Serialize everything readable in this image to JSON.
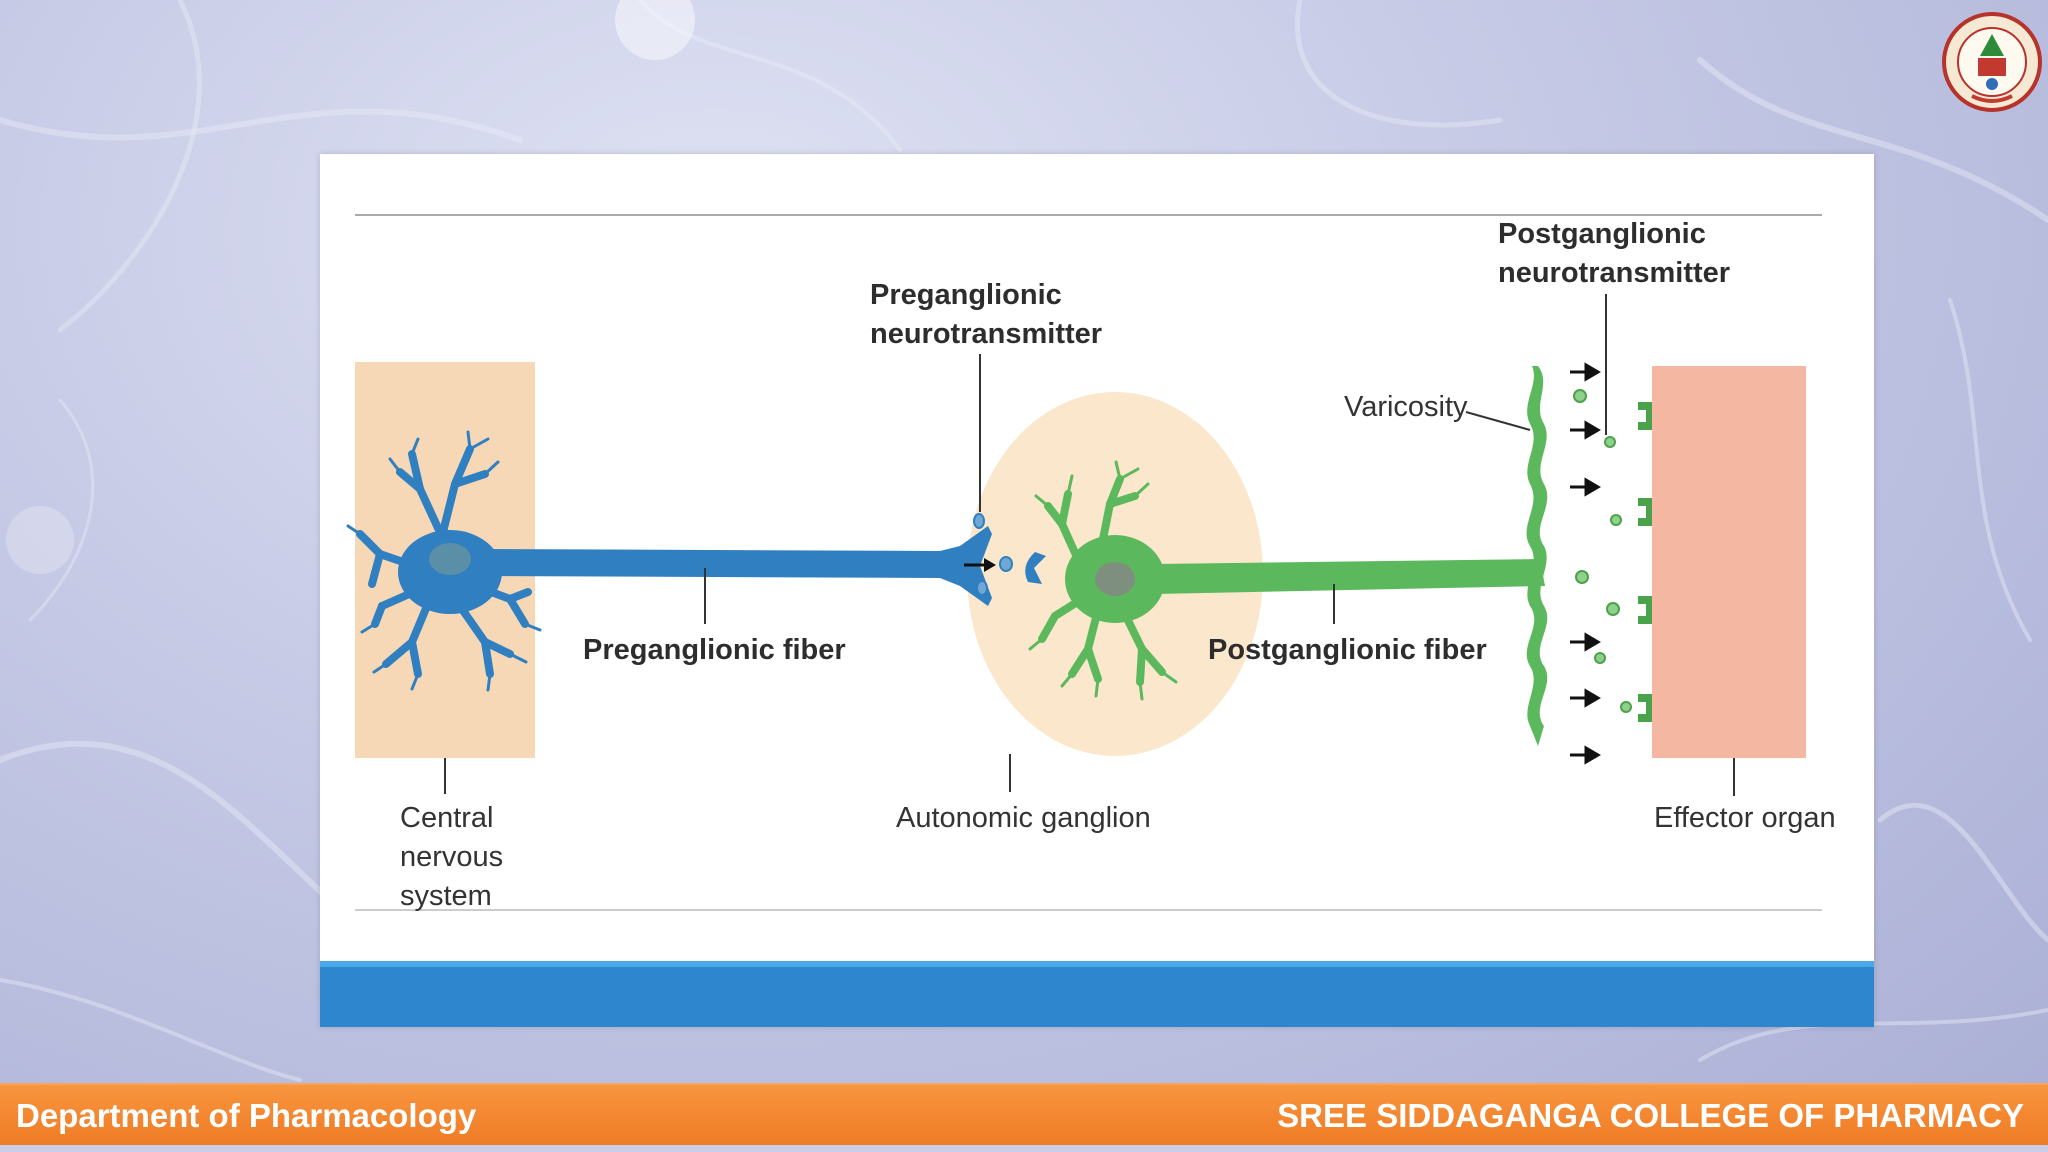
{
  "diagram": {
    "labels": {
      "preganglionic_fiber": "Preganglionic fiber",
      "postganglionic_fiber": "Postganglionic fiber",
      "preganglionic_nt_line1": "Preganglionic",
      "preganglionic_nt_line2": "neurotransmitter",
      "postganglionic_nt_line1": "Postganglionic",
      "postganglionic_nt_line2": "neurotransmitter",
      "varicosity": "Varicosity",
      "cns_line1": "Central",
      "cns_line2": "nervous",
      "cns_line3": "system",
      "autonomic_ganglion": "Autonomic ganglion",
      "effector_organ": "Effector organ"
    },
    "colors": {
      "preganglionic_neuron": "#2f7fc1",
      "postganglionic_neuron": "#5cb85c",
      "cns_box": "#f7d8b6",
      "ganglion": "#fbe7cc",
      "effector_organ": "#f3b7a2",
      "bottom_band": "#2e86cf"
    }
  },
  "footer": {
    "left_text": "Department of Pharmacology",
    "right_text": "SREE SIDDAGANGA COLLEGE OF PHARMACY"
  },
  "logo": {
    "icon": "college-seal-icon"
  }
}
